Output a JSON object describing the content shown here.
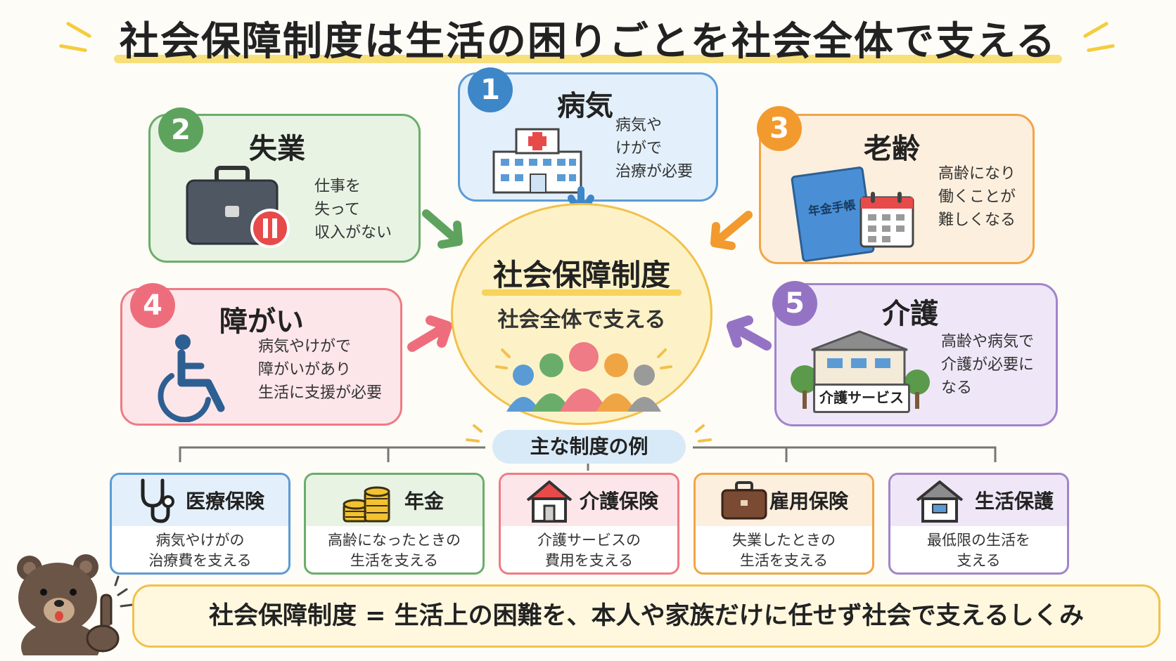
{
  "title": "社会保障制度は生活の困りごとを社会全体で支える",
  "center": {
    "title": "社会保障制度",
    "subtitle": "社会全体で支える"
  },
  "risks": [
    {
      "num": "1",
      "title": "病気",
      "desc": "病気や\nけがで\n治療が必要",
      "color": "#3d86c8"
    },
    {
      "num": "2",
      "title": "失業",
      "desc": "仕事を\n失って\n収入がない",
      "color": "#5ea35d"
    },
    {
      "num": "3",
      "title": "老齢",
      "desc": "高齢になり\n働くことが\n難しくなる",
      "color": "#f29a2e"
    },
    {
      "num": "4",
      "title": "障がい",
      "desc": "病気やけがで\n障がいがあり\n生活に支援が必要",
      "color": "#ee6d7c"
    },
    {
      "num": "5",
      "title": "介護",
      "desc": "高齢や病気で\n介護が必要に\nなる",
      "color": "#9573c4"
    }
  ],
  "icon_labels": {
    "pension_book": "年金手帳",
    "care_sign": "介護サービス"
  },
  "examples_label": "主な制度の例",
  "programs": [
    {
      "title": "医療保険",
      "desc": "病気やけがの\n治療費を支える",
      "icon": "stethoscope-icon",
      "color": "#5b9bd5"
    },
    {
      "title": "年金",
      "desc": "高齢になったときの\n生活を支える",
      "icon": "coins-icon",
      "color": "#6aad6a"
    },
    {
      "title": "介護保険",
      "desc": "介護サービスの\n費用を支える",
      "icon": "house-icon",
      "color": "#ee7b86"
    },
    {
      "title": "雇用保険",
      "desc": "失業したときの\n生活を支える",
      "icon": "briefcase-icon",
      "color": "#f0a545"
    },
    {
      "title": "生活保護",
      "desc": "最低限の生活を\n支える",
      "icon": "home-icon",
      "color": "#a184cc"
    }
  ],
  "summary": "社会保障制度 = 生活上の困難を、本人や家族だけに任せず社会で支えるしくみ"
}
